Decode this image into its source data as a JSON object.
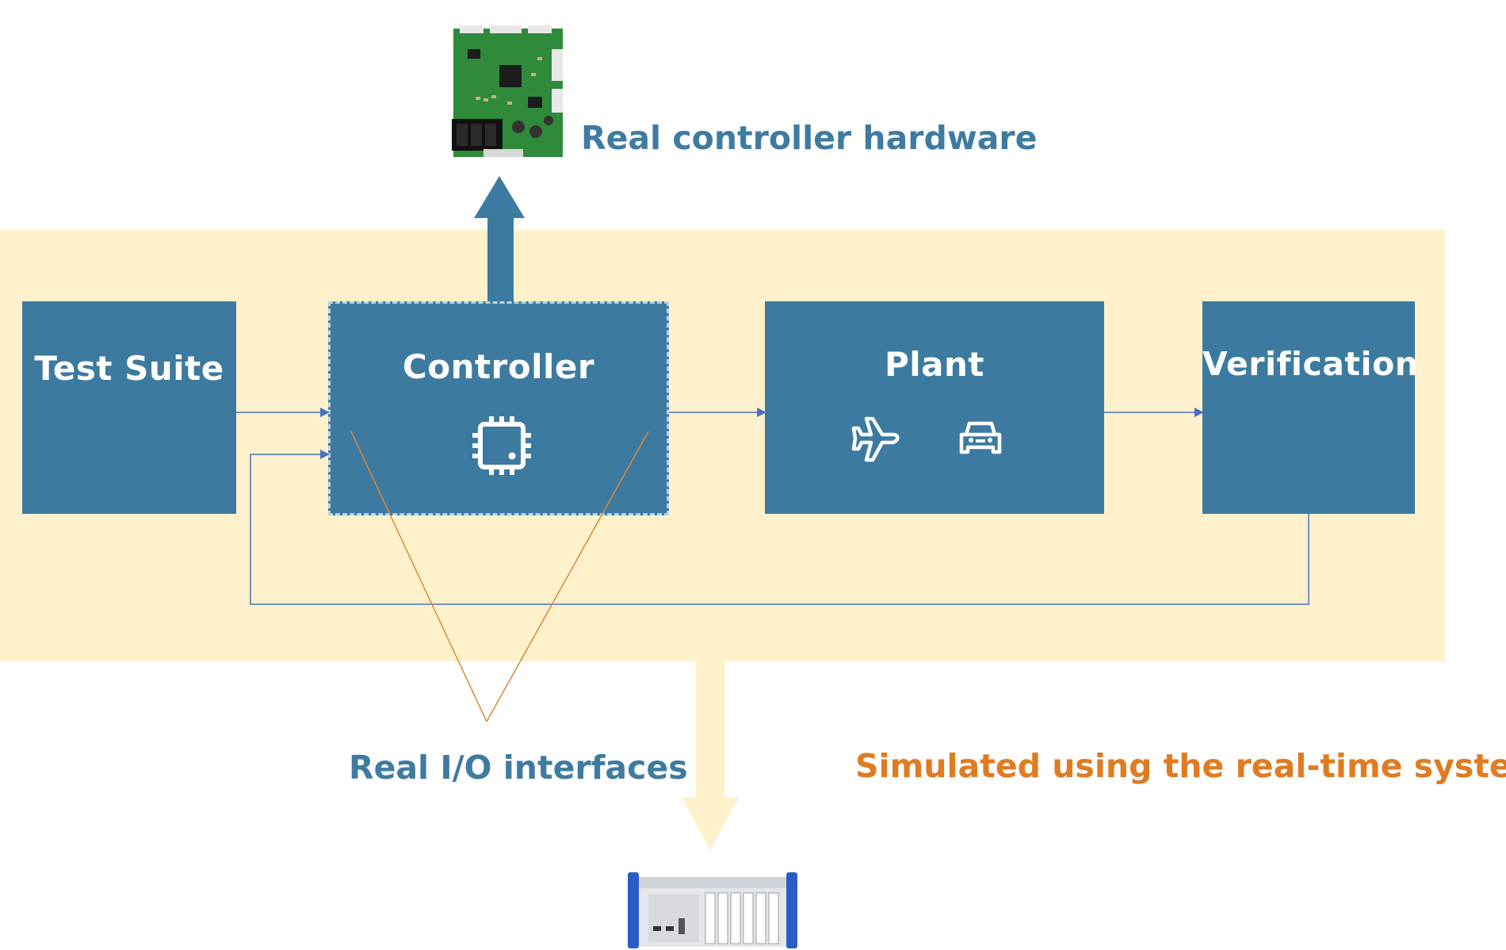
{
  "labels": {
    "hardware": "Real controller hardware",
    "io": "Real I/O interfaces",
    "simulated": "Simulated using the real-time system"
  },
  "blocks": {
    "test_suite": "Test Suite",
    "controller": "Controller",
    "plant": "Plant",
    "verification": "Verification"
  },
  "icons": {
    "controller": "cpu-chip-icon",
    "plant_1": "airplane-icon",
    "plant_2": "car-icon",
    "top_image": "circuit-board-image",
    "bottom_image": "real-time-system-chassis-image"
  },
  "colors": {
    "block": "#3d7aa0",
    "band": "#fff1cc",
    "arrow_up": "#3d7aa0",
    "arrow_down": "#fff1cc",
    "io_lines": "#d8893a",
    "connectors": "#4b72c4",
    "label_blue": "#3f7ba1",
    "label_orange": "#e07b22"
  }
}
